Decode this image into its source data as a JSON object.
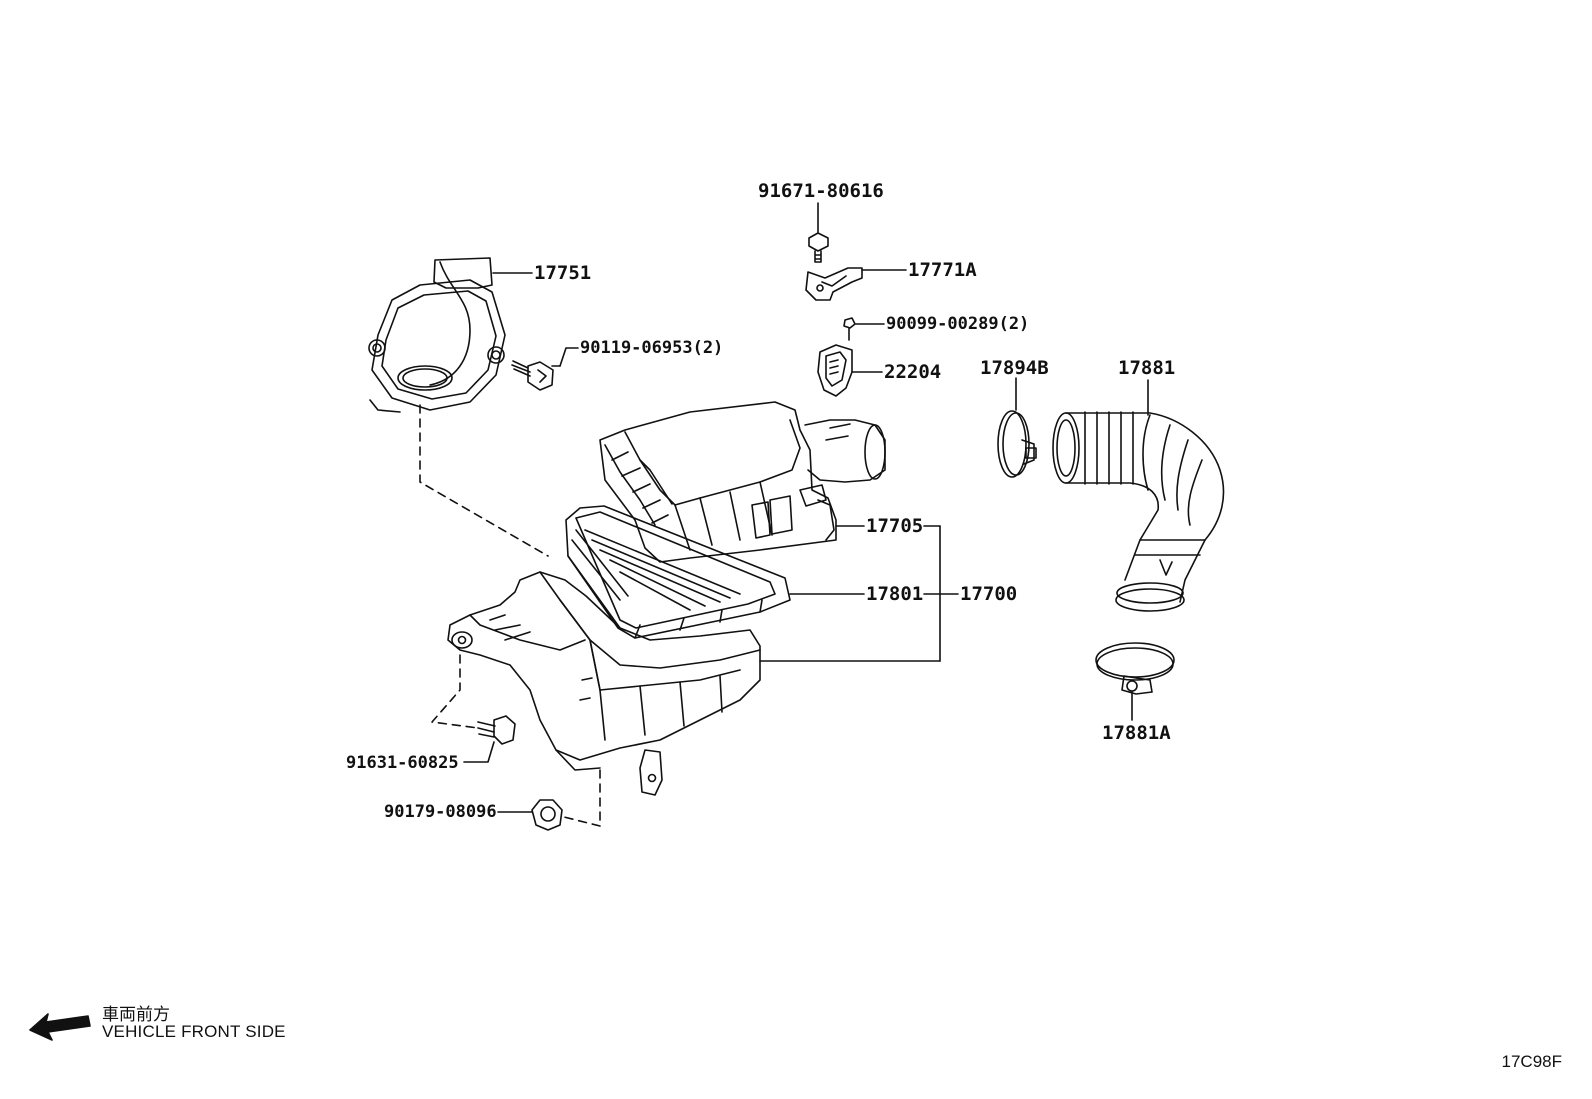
{
  "labels": {
    "p91671": "91671-80616",
    "p17771A": "17771A",
    "p90099": "90099-00289(2)",
    "p22204": "22204",
    "p17751": "17751",
    "p90119": "90119-06953(2)",
    "p17894B": "17894B",
    "p17881": "17881",
    "p17705": "17705",
    "p17801": "17801",
    "p17700": "17700",
    "p17881A": "17881A",
    "p91631": "91631-60825",
    "p90179": "90179-08096"
  },
  "direction": {
    "jp": "車両前方",
    "en": "VEHICLE FRONT SIDE",
    "icon": "arrow-left-icon"
  },
  "diagram_code": "17C98F"
}
